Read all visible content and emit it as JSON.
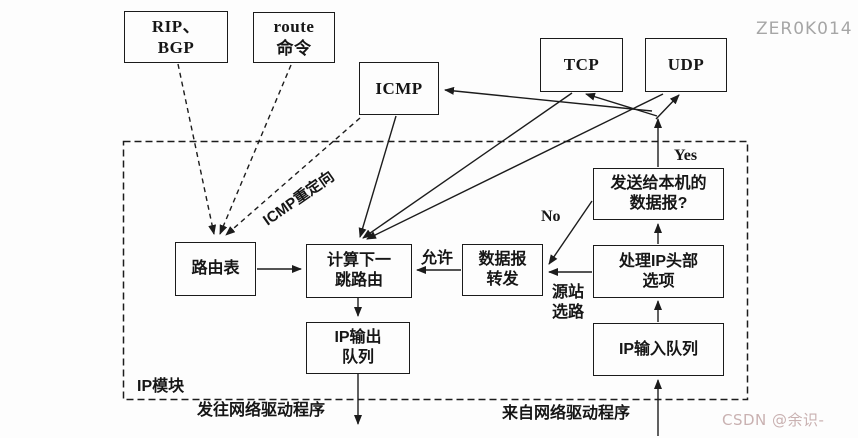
{
  "watermarks": {
    "top_right": "ZER0K014",
    "bottom_right": "CSDN @余识-"
  },
  "module": {
    "label": "IP模块"
  },
  "nodes": {
    "rip_bgp": {
      "lines": [
        "RIP、",
        "BGP"
      ]
    },
    "route_cmd": {
      "lines": [
        "route",
        "命令"
      ]
    },
    "icmp": {
      "label": "ICMP"
    },
    "tcp": {
      "label": "TCP"
    },
    "udp": {
      "label": "UDP"
    },
    "local_datagram": {
      "lines": [
        "发送给本机的",
        "数据报?"
      ]
    },
    "routing_table": {
      "label": "路由表"
    },
    "next_hop": {
      "lines": [
        "计算下一",
        "跳路由"
      ]
    },
    "datagram_forward": {
      "lines": [
        "数据报",
        "转发"
      ]
    },
    "ip_header_options": {
      "lines": [
        "处理IP头部",
        "选项"
      ]
    },
    "ip_output_queue": {
      "lines": [
        "IP输出",
        "队列"
      ]
    },
    "ip_input_queue": {
      "label": "IP输入队列"
    }
  },
  "edge_labels": {
    "icmp_redirect": "ICMP重定向",
    "yes": "Yes",
    "no": "No",
    "allow": "允许",
    "source_route": {
      "lines": [
        "源站",
        "选路"
      ]
    }
  },
  "captions": {
    "to_network_driver": "发往网络驱动程序",
    "from_network_driver": "来自网络驱动程序"
  },
  "colors": {
    "line": "#1c1c1c",
    "watermark_gray": "#a6a6a6",
    "watermark_pink": "#c9b1b1"
  }
}
